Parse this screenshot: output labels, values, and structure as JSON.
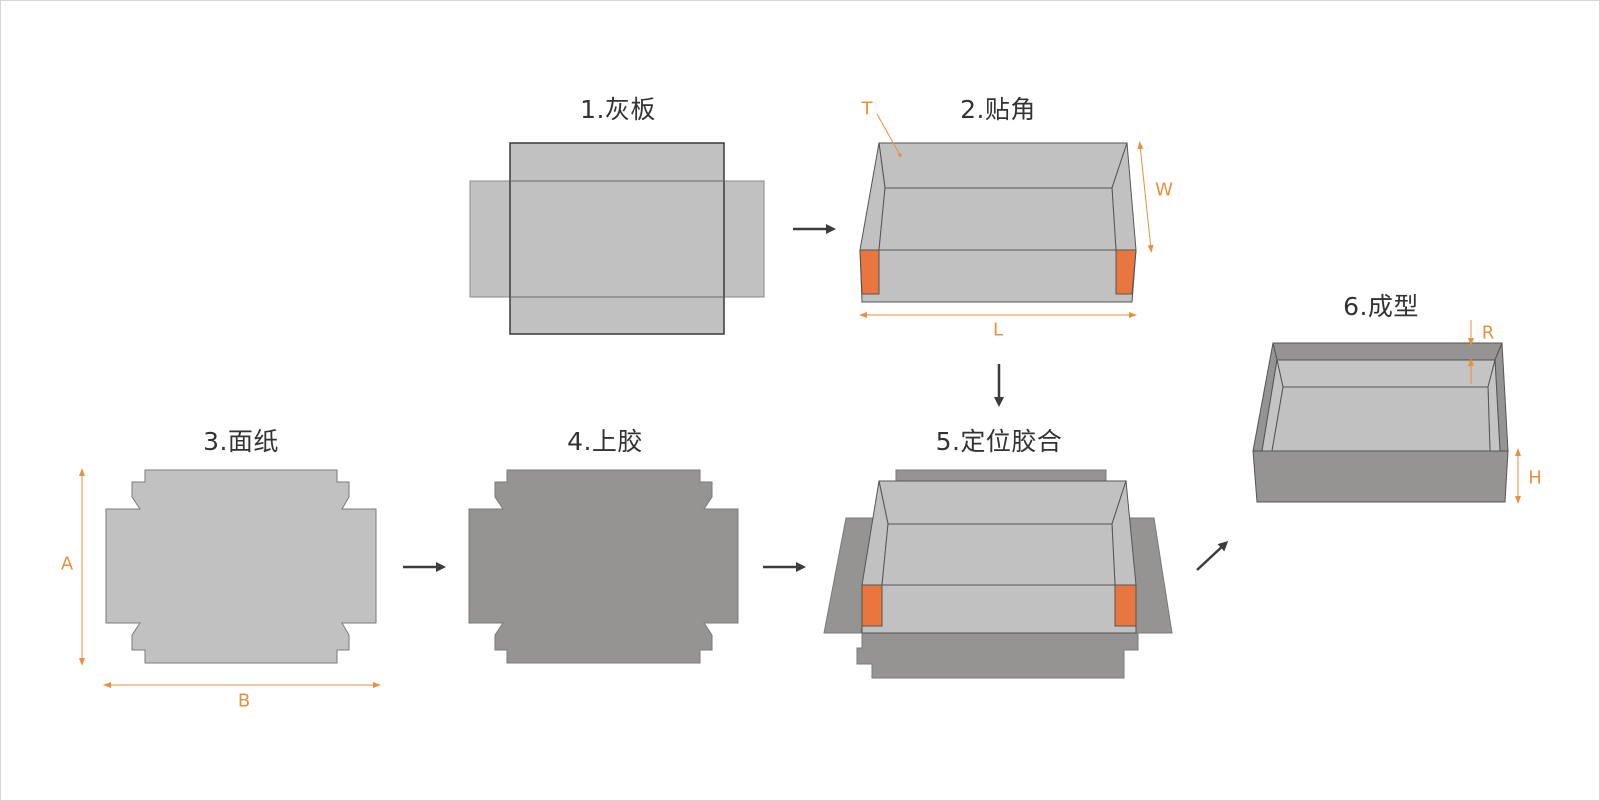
{
  "diagram": {
    "title": "Rigid box manufacturing process",
    "colors": {
      "board": "#c1c1c1",
      "board_stroke": "#555555",
      "paper": "#c1c1c1",
      "glued": "#959493",
      "corner_tape": "#e8763e",
      "dimension": "#e8913f",
      "arrow": "#3c3c3c",
      "outer_wall": "#959493",
      "inner_wall": "#bebebe"
    },
    "steps": [
      {
        "id": 1,
        "label": "1.灰板",
        "meaning": "Grey board"
      },
      {
        "id": 2,
        "label": "2.贴角",
        "meaning": "Corner taping"
      },
      {
        "id": 3,
        "label": "3.面纸",
        "meaning": "Face paper"
      },
      {
        "id": 4,
        "label": "4.上胶",
        "meaning": "Glue application"
      },
      {
        "id": 5,
        "label": "5.定位胶合",
        "meaning": "Position & laminate"
      },
      {
        "id": 6,
        "label": "6.成型",
        "meaning": "Forming"
      }
    ],
    "dimensions": {
      "T": "T",
      "W": "W",
      "L": "L",
      "A": "A",
      "B": "B",
      "R": "R",
      "H": "H"
    },
    "flow": [
      {
        "from": 1,
        "to": 2,
        "direction": "right"
      },
      {
        "from": 2,
        "to": 5,
        "direction": "down"
      },
      {
        "from": 3,
        "to": 4,
        "direction": "right"
      },
      {
        "from": 4,
        "to": 5,
        "direction": "right"
      },
      {
        "from": 5,
        "to": 6,
        "direction": "up-right"
      }
    ]
  }
}
